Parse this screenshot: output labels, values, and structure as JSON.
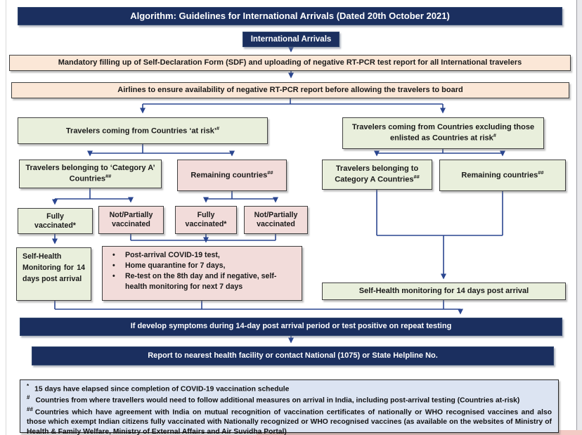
{
  "page": {
    "title": "Algorithm: Guidelines for International Arrivals (Dated 20th October 2021)"
  },
  "flow": {
    "start": {
      "text": "International Arrivals"
    },
    "sdf": {
      "text": "Mandatory filling up of Self-Declaration Form (SDF) and uploading of negative RT-PCR test report for all International  travelers"
    },
    "airlines": {
      "text": "Airlines to ensure availability of negative RT-PCR report before allowing the travelers to board"
    },
    "at_risk": {
      "text": "Travelers coming from Countries ‘at risk’",
      "sup": "#"
    },
    "excluding": {
      "text": "Travelers coming from Countries excluding those enlisted as Countries at risk",
      "sup": "#"
    },
    "cat_a_left": {
      "text": "Travelers belonging to ‘Category A’ Countries",
      "sup": "##"
    },
    "remaining_left": {
      "text": "Remaining countries",
      "sup": "##"
    },
    "cat_a_right": {
      "text": "Travelers belonging to Category A Countries",
      "sup": "##"
    },
    "remaining_right": {
      "text": "Remaining countries",
      "sup": "##"
    },
    "fully_left": {
      "text": "Fully vaccinated*"
    },
    "not_partially_left": {
      "text": "Not/Partially vaccinated"
    },
    "fully_mid": {
      "text": "Fully vaccinated*"
    },
    "not_partially_mid": {
      "text": "Not/Partially vaccinated"
    },
    "self_health_left": {
      "text": "Self-Health Monitoring for 14 days post arrival"
    },
    "post_arrival": {
      "items": [
        "Post-arrival COVID-19 test,",
        "Home quarantine for 7 days,",
        "Re-test on the 8th day and if negative, self-health monitoring for next 7 days"
      ]
    },
    "self_health_right": {
      "text": "Self-Health monitoring for 14 days post arrival"
    },
    "symptoms": {
      "text": "If develop symptoms during 14-day post arrival period or test positive on repeat testing"
    },
    "report": {
      "text": "Report to nearest health facility or contact National (1075) or State Helpline No."
    }
  },
  "notes": {
    "items": [
      {
        "marker": "*",
        "text": "15 days have elapsed since completion of COVID-19 vaccination schedule"
      },
      {
        "marker": "#",
        "text": "Countries from where travellers would need to follow additional measures on arrival in India, including post-arrival testing (Countries at-risk)"
      },
      {
        "marker": "##",
        "text": "Countries which have agreement with India on mutual recognition of vaccination certificates of nationally or WHO recognised vaccines and also those which exempt Indian citizens fully vaccinated with Nationally recognized or WHO recognised vaccines (as available on the websites of Ministry of Health & Family Welfare, Ministry of External Affairs and Air Suvidha Portal)"
      }
    ]
  },
  "colors": {
    "navy": "#1b2f5f",
    "cream": "#fbe7d7",
    "green": "#e9efdc",
    "pink": "#f2dcda",
    "note_background": "#dce4f2",
    "connector": "#2a4690"
  }
}
